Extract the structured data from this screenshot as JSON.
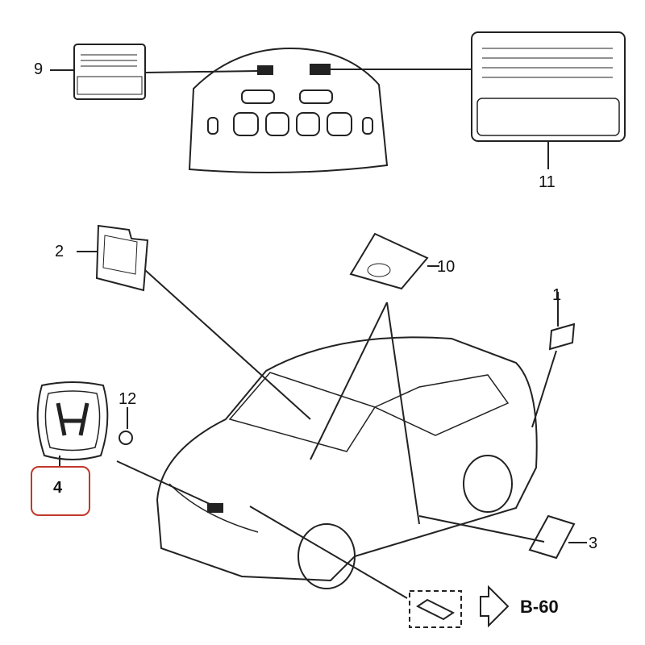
{
  "callouts": [
    {
      "id": "9",
      "label": "9"
    },
    {
      "id": "11",
      "label": "11"
    },
    {
      "id": "2",
      "label": "2"
    },
    {
      "id": "10",
      "label": "10"
    },
    {
      "id": "1",
      "label": "1"
    },
    {
      "id": "12",
      "label": "12"
    },
    {
      "id": "4",
      "label": "4"
    },
    {
      "id": "3",
      "label": "3"
    }
  ],
  "reference": {
    "label": "B-60"
  },
  "highlight": {
    "part": "4",
    "color": "#c0392b"
  }
}
